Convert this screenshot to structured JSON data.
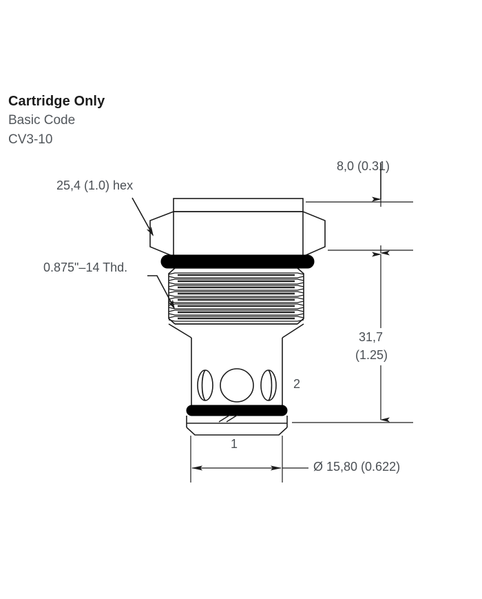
{
  "header": {
    "title": "Cartridge Only",
    "subtitle": "Basic Code",
    "code": "CV3-10"
  },
  "drawing": {
    "type": "engineering-dimension-drawing",
    "subject": "hydraulic cartridge valve",
    "labels": {
      "hex": "25,4 (1.0) hex",
      "thread": "0.875\"–14 Thd.",
      "top_dimension": "8,0 (0.31)",
      "length_line1": "31,7",
      "length_line2": "(1.25)",
      "diameter": "Ø 15,80 (0.622)",
      "port_1": "1",
      "port_2": "2"
    },
    "colors": {
      "line": "#1b1b1b",
      "text": "#4a4f54",
      "title": "#1b1b1b",
      "oring": "#000000",
      "background": "#ffffff"
    }
  }
}
